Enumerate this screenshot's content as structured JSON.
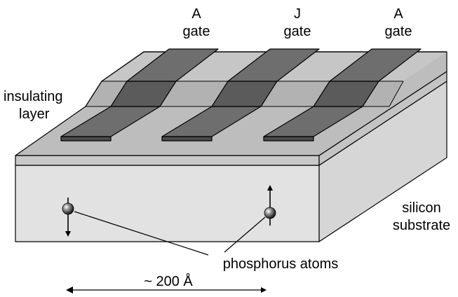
{
  "labels": {
    "gate_left_letter": "A",
    "gate_left_word": "gate",
    "gate_mid_letter": "J",
    "gate_mid_word": "gate",
    "gate_right_letter": "A",
    "gate_right_word": "gate",
    "insulating_1": "insulating",
    "insulating_2": "layer",
    "silicon_1": "silicon",
    "silicon_2": "substrate",
    "phosphorus": "phosphorus atoms",
    "scale": "~ 200 Å"
  },
  "colors": {
    "substrate_front": "#e2e2e2",
    "substrate_side": "#d6d6d6",
    "insulator_top": "#bdbdbd",
    "insulator_front": "#c9c9c9",
    "gate_top": "#6e6e6e",
    "gate_slope": "#5b5b5b",
    "gate_edge": "#4a4a4a",
    "atom": "#555555"
  }
}
